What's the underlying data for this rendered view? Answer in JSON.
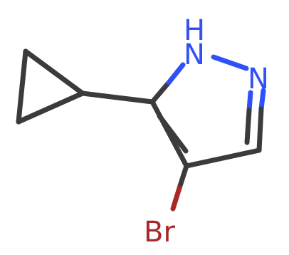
{
  "molecule": {
    "atoms": {
      "nh": {
        "symbol": "H",
        "prefix": "N"
      },
      "n2": {
        "symbol": "N"
      },
      "br": {
        "symbol": "Br"
      }
    }
  },
  "colors": {
    "bond": "#3b3b3b",
    "nitrogen": "#3050f8",
    "bromine": "#a62929",
    "background": "#ffffff"
  }
}
